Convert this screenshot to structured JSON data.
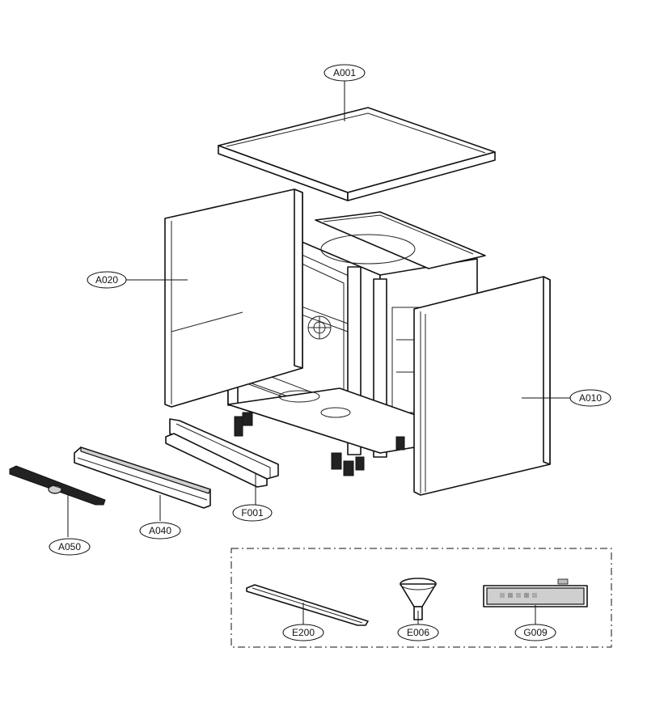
{
  "callouts": {
    "a001": "A001",
    "a020": "A020",
    "a010": "A010",
    "f001": "F001",
    "a040": "A040",
    "a050": "A050",
    "e200": "E200",
    "e006": "E006",
    "g009": "G009"
  }
}
